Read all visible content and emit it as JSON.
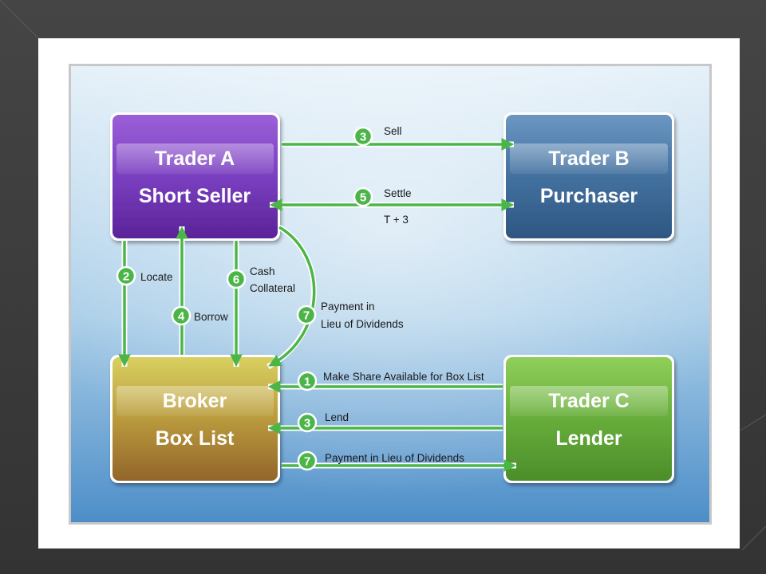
{
  "boxes": {
    "trader_a": {
      "title": "Trader A",
      "subtitle": "Short Seller"
    },
    "trader_b": {
      "title": "Trader B",
      "subtitle": "Purchaser"
    },
    "broker": {
      "title": "Broker",
      "subtitle": "Box List"
    },
    "trader_c": {
      "title": "Trader C",
      "subtitle": "Lender"
    }
  },
  "steps": {
    "sell": {
      "num": "3",
      "label": "Sell"
    },
    "settle": {
      "num": "5",
      "label": "Settle",
      "sub": "T + 3"
    },
    "locate": {
      "num": "2",
      "label": "Locate"
    },
    "borrow": {
      "num": "4",
      "label": "Borrow"
    },
    "cash": {
      "num": "6",
      "line1": "Cash",
      "line2": "Collateral"
    },
    "payment_a": {
      "num": "7",
      "line1": "Payment in",
      "line2": "Lieu of Dividends"
    },
    "make_available": {
      "num": "1",
      "label": "Make Share Available for Box List"
    },
    "lend": {
      "num": "3",
      "label": "Lend"
    },
    "payment_c": {
      "num": "7",
      "label": "Payment in Lieu of Dividends"
    }
  },
  "colors": {
    "arrow": "#4cb548",
    "trader_a": "#7a3fc0",
    "trader_b": "#3f6e9c",
    "broker": "#b28d3a",
    "trader_c": "#68ae3c"
  }
}
